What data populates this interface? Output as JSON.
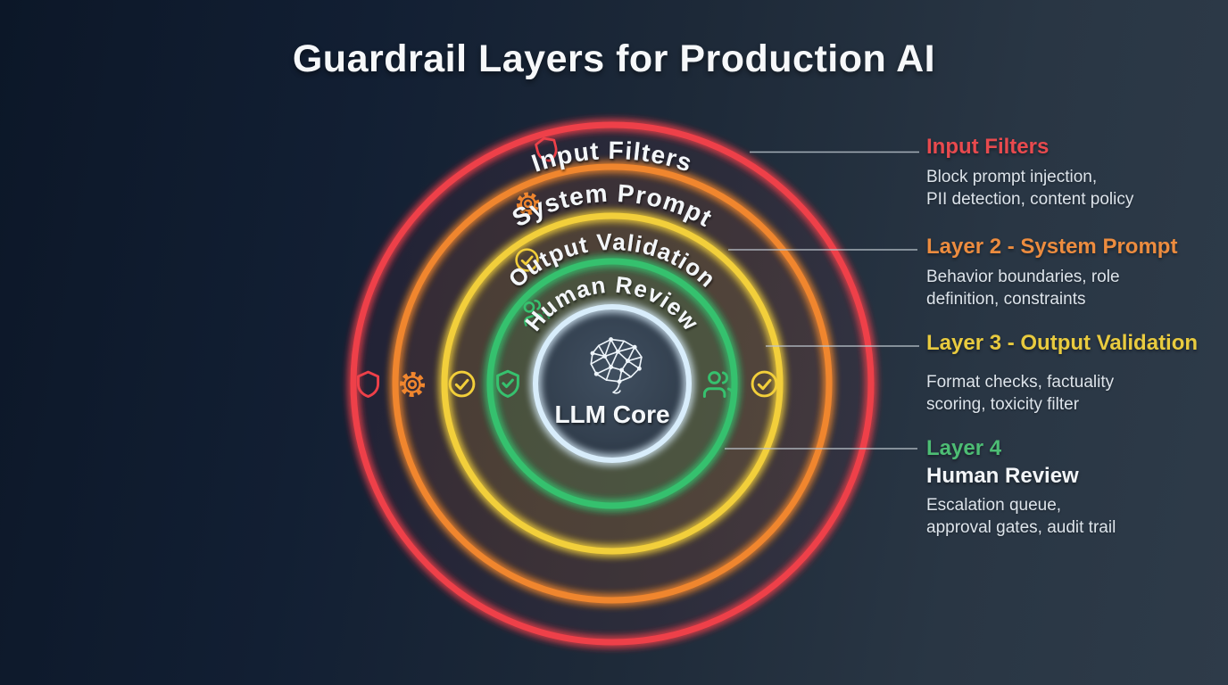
{
  "title": "Guardrail Layers for Production AI",
  "diagram": {
    "core": {
      "label": "LLM Core",
      "icon": "brain-network-icon",
      "ring_color": "#d8edfb"
    },
    "rings": [
      {
        "label": "Input Filters",
        "color": "#ee4049",
        "icon": "shield-icon"
      },
      {
        "label": "System Prompt",
        "color": "#f0862e",
        "icon": "gear-icon"
      },
      {
        "label": "Output Validation",
        "color": "#f2cf3a",
        "icon": "check-circle-icon"
      },
      {
        "label": "Human Review",
        "color": "#36c16e",
        "icon": "users-icon"
      }
    ],
    "side_icons_left": [
      "shield-icon",
      "gear-icon",
      "check-circle-icon",
      "shield-check-icon"
    ],
    "side_icons_right": [
      "users-icon",
      "check-circle-icon"
    ]
  },
  "annotations": [
    {
      "title": "Input Filters",
      "color": "#e84a4e",
      "lines": [
        "Block prompt injection,",
        "PII detection, content policy"
      ]
    },
    {
      "title": "Layer 2 - System Prompt",
      "color": "#ec8c3f",
      "lines": [
        "Behavior boundaries, role",
        "definition, constraints"
      ]
    },
    {
      "title": "Layer 3 - Output Validation",
      "color": "#e9cb3f",
      "lines": [
        "Format checks, factuality",
        "scoring, toxicity filter"
      ]
    },
    {
      "title": "Layer 4",
      "subtitle": "Human Review",
      "color": "#4dbd74",
      "lines": [
        "Escalation queue,",
        "approval gates, audit trail"
      ]
    }
  ]
}
